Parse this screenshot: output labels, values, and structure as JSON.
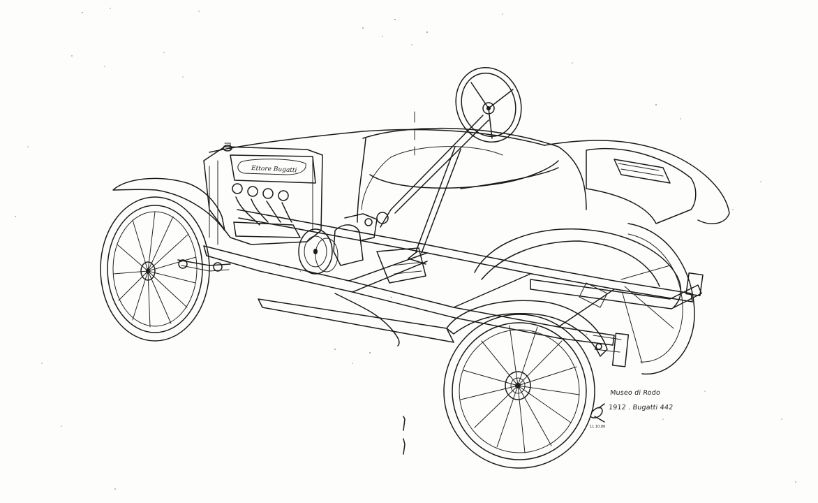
{
  "drawing": {
    "subject": "Bugatti chassis cutaway line drawing",
    "caption": {
      "line1": "Museo di Rodo",
      "line2": "1912 . Bugatti 442"
    },
    "engine_plate": "Ettore Bugatti",
    "signature_date": "11.10.86"
  },
  "colors": {
    "ink": "#1a1a1a",
    "paper": "#fdfdfb"
  }
}
